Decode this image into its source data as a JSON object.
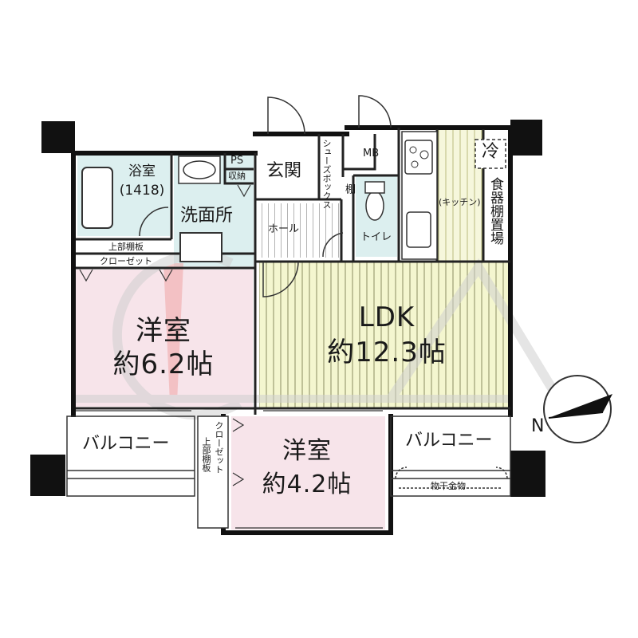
{
  "rooms": {
    "western_large": {
      "name": "洋室",
      "size": "約6.2帖"
    },
    "ldk": {
      "name": "LDK",
      "size": "約12.3帖"
    },
    "western_small": {
      "name": "洋室",
      "size": "約4.2帖"
    },
    "bath": {
      "name": "浴室",
      "size": "(1418)"
    },
    "washroom": "洗面所",
    "entrance": "玄関",
    "hall": "ホール",
    "toilet": "トイレ",
    "kitchen": "(キッチン)",
    "balcony_left": "バルコニー",
    "balcony_right": "バルコニー"
  },
  "fixtures": {
    "ps": "PS",
    "storage": "収納",
    "mb": "MB",
    "shoe_box": "シューズボックス",
    "shelf": "棚",
    "fridge": "冷",
    "dish_shelf": "食器棚置場",
    "upper_shelf": "上部棚板",
    "closet": "クローゼット",
    "upper_shelf_v": "上部棚板",
    "closet_v": "クローゼット",
    "laundry": "物干金物"
  },
  "compass": {
    "label": "N"
  },
  "colors": {
    "wall": "#111111",
    "western_fill": "#f7e4ea",
    "ldk_fill": "#f4f6cf",
    "ldk_stripe": "#8a8c60",
    "kitchen_stripe": "#b9bb7e",
    "wet_fill": "#dcefef",
    "watermark": "#d9d9d9",
    "watermark_accent": "#f0a6a6"
  }
}
